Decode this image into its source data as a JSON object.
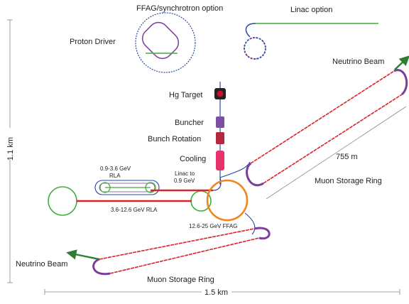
{
  "labels": {
    "ffag_option": "FFAG/synchrotron option",
    "linac_option": "Linac option",
    "proton_driver": "Proton Driver",
    "neutrino_beam_top": "Neutrino Beam",
    "neutrino_beam_bottom": "Neutrino Beam",
    "hg_target": "Hg Target",
    "buncher": "Buncher",
    "bunch_rotation": "Bunch Rotation",
    "cooling": "Cooling",
    "rla_low": "0.9-3.6 GeV\nRLA",
    "rla_low_line1": "0.9-3.6 GeV",
    "rla_low_line2": "RLA",
    "linac_to": "Linac to",
    "linac_energy": "0.9 GeV",
    "rla_high": "3.6-12.6 GeV RLA",
    "ffag": "12.6-25 GeV FFAG",
    "distance_755": "755 m",
    "muon_ring_right": "Muon Storage Ring",
    "muon_ring_bottom": "Muon Storage Ring",
    "height_dim": "1.1 km",
    "width_dim": "1.5 km"
  },
  "colors": {
    "green": "#3fae3a",
    "red": "#d9242a",
    "blue": "#2a4aa8",
    "purple": "#7a3f9e",
    "orange": "#f0861f",
    "cooling": "#e6336b",
    "bunchrot": "#b5273c",
    "buncher": "#7b4fa2",
    "target_fill": "#c8102e",
    "dim_line": "#888888"
  }
}
